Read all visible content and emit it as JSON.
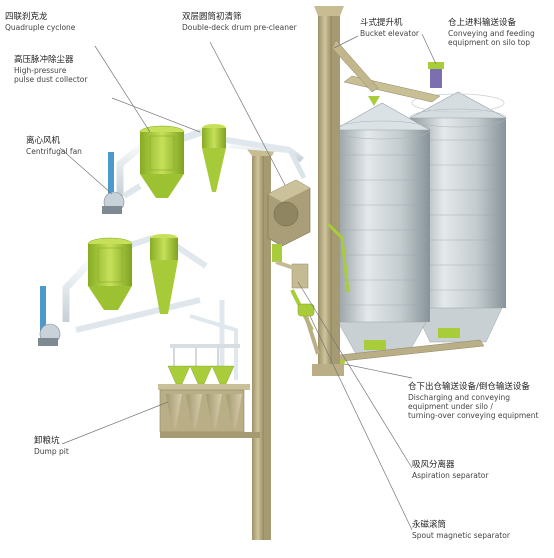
{
  "labels": {
    "quadruple_cyclone": {
      "zh": "四联刹克龙",
      "en": "Quadruple cyclone"
    },
    "dust_collector": {
      "zh": "高压脉冲除尘器",
      "en1": "High-pressure",
      "en2": "pulse dust collector"
    },
    "centrifugal_fan": {
      "zh": "离心风机",
      "en": "Centrifugal fan"
    },
    "drum_cleaner": {
      "zh": "双层圆筒初清筛",
      "en": "Double-deck drum pre-cleaner"
    },
    "bucket_elevator": {
      "zh": "斗式提升机",
      "en": "Bucket elevator"
    },
    "silo_top_conveying": {
      "zh": "仓上进料输送设备",
      "en1": "Conveying and feeding",
      "en2": "equipment on silo top"
    },
    "under_silo_conveying": {
      "zh": "仓下出仓输送设备/倒仓输送设备",
      "en1": "Discharging and conveying",
      "en2": "equipment under silo /",
      "en3": "turning-over conveying equipment"
    },
    "aspiration_separator": {
      "zh": "吸风分离器",
      "en": "Aspiration separator"
    },
    "dump_pit": {
      "zh": "卸粮坑",
      "en": "Dump pit"
    },
    "magnetic_separator": {
      "zh": "永磁滚筒",
      "en": "Spout magnetic separator"
    }
  },
  "colors": {
    "equipment_green": "#a8cc3a",
    "silo_gray": "#b9c2c6",
    "elevator_tan": "#b9ae86",
    "pipe_white": "#e9eff3",
    "leader_gray": "#777777"
  }
}
